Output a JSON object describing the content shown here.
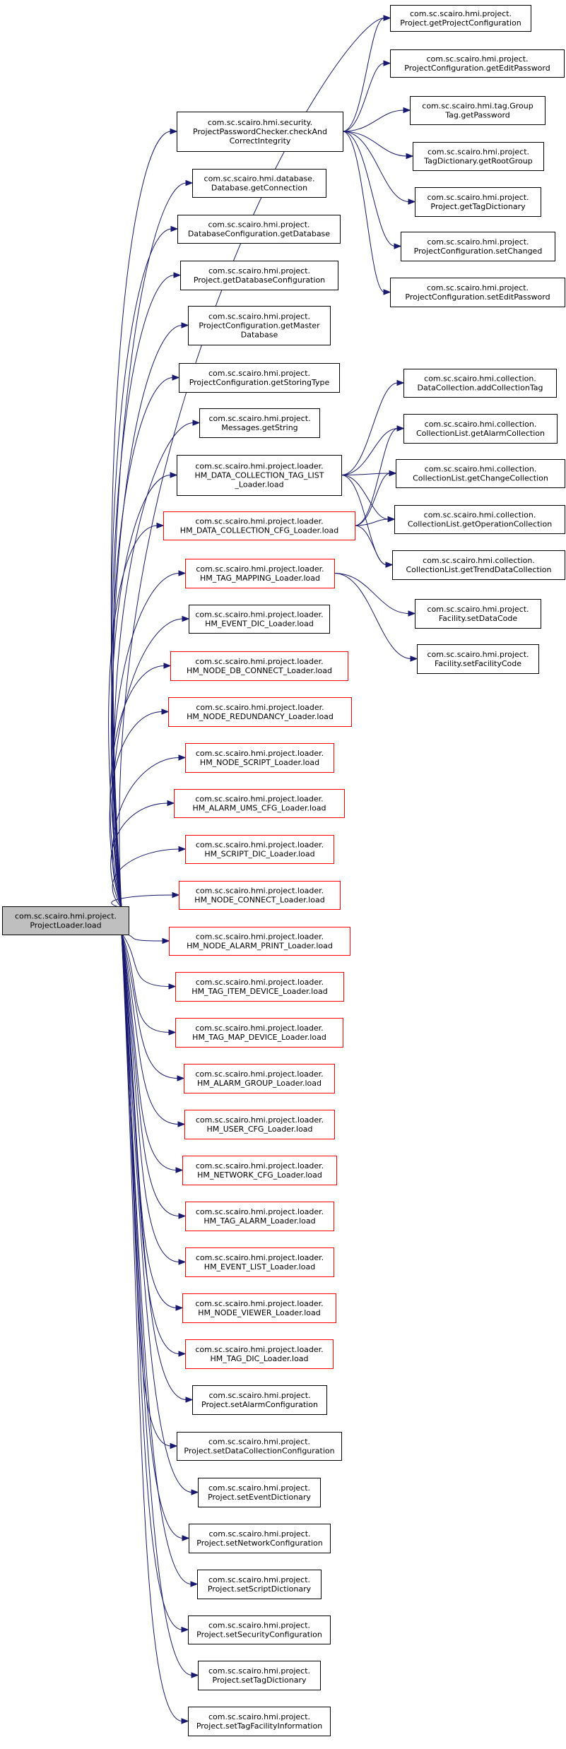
{
  "colors": {
    "edge": "#191970",
    "node_border_documented": "#000000",
    "node_border_undocumented": "#ff0000",
    "node_fill": "#ffffff",
    "root_fill": "#bfbfbf"
  },
  "nodes": [
    {
      "id": "root",
      "lines": [
        "com.sc.scairo.hmi.project.",
        "ProjectLoader.load"
      ],
      "style": "root"
    },
    {
      "id": "proj-getprojconf",
      "lines": [
        "com.sc.scairo.hmi.project.",
        "Project.getProjectConfiguration"
      ],
      "style": "normal"
    },
    {
      "id": "checker",
      "lines": [
        "com.sc.scairo.hmi.security.",
        "ProjectPasswordChecker.checkAnd",
        "CorrectIntegrity"
      ],
      "style": "normal"
    },
    {
      "id": "pc-geteditpwd",
      "lines": [
        "com.sc.scairo.hmi.project.",
        "ProjectConfiguration.getEditPassword"
      ],
      "style": "normal"
    },
    {
      "id": "group-getpwd",
      "lines": [
        "com.sc.scairo.hmi.tag.Group",
        "Tag.getPassword"
      ],
      "style": "normal"
    },
    {
      "id": "tagdict-getroot",
      "lines": [
        "com.sc.scairo.hmi.project.",
        "TagDictionary.getRootGroup"
      ],
      "style": "normal"
    },
    {
      "id": "proj-gettagdict",
      "lines": [
        "com.sc.scairo.hmi.project.",
        "Project.getTagDictionary"
      ],
      "style": "normal"
    },
    {
      "id": "pc-setchanged",
      "lines": [
        "com.sc.scairo.hmi.project.",
        "ProjectConfiguration.setChanged"
      ],
      "style": "normal"
    },
    {
      "id": "pc-seteditpwd",
      "lines": [
        "com.sc.scairo.hmi.project.",
        "ProjectConfiguration.setEditPassword"
      ],
      "style": "normal"
    },
    {
      "id": "db-getconn",
      "lines": [
        "com.sc.scairo.hmi.database.",
        "Database.getConnection"
      ],
      "style": "normal"
    },
    {
      "id": "dbconf-getdb",
      "lines": [
        "com.sc.scairo.hmi.project.",
        "DatabaseConfiguration.getDatabase"
      ],
      "style": "normal"
    },
    {
      "id": "proj-getdbconf",
      "lines": [
        "com.sc.scairo.hmi.project.",
        "Project.getDatabaseConfiguration"
      ],
      "style": "normal"
    },
    {
      "id": "pc-getmasterdb",
      "lines": [
        "com.sc.scairo.hmi.project.",
        "ProjectConfiguration.getMaster",
        "Database"
      ],
      "style": "normal"
    },
    {
      "id": "pc-getstoringtype",
      "lines": [
        "com.sc.scairo.hmi.project.",
        "ProjectConfiguration.getStoringType"
      ],
      "style": "normal"
    },
    {
      "id": "messages-getstring",
      "lines": [
        "com.sc.scairo.hmi.project.",
        "Messages.getString"
      ],
      "style": "normal"
    },
    {
      "id": "dc-addtag",
      "lines": [
        "com.sc.scairo.hmi.collection.",
        "DataCollection.addCollectionTag"
      ],
      "style": "normal"
    },
    {
      "id": "cl-getalarm",
      "lines": [
        "com.sc.scairo.hmi.collection.",
        "CollectionList.getAlarmCollection"
      ],
      "style": "normal"
    },
    {
      "id": "loader-dctaglist",
      "lines": [
        "com.sc.scairo.hmi.project.loader.",
        "HM_DATA_COLLECTION_TAG_LIST",
        "_Loader.load"
      ],
      "style": "normal"
    },
    {
      "id": "cl-getchange",
      "lines": [
        "com.sc.scairo.hmi.collection.",
        "CollectionList.getChangeCollection"
      ],
      "style": "normal"
    },
    {
      "id": "loader-dccfg",
      "lines": [
        "com.sc.scairo.hmi.project.loader.",
        "HM_DATA_COLLECTION_CFG_Loader.load"
      ],
      "style": "red"
    },
    {
      "id": "cl-getoperation",
      "lines": [
        "com.sc.scairo.hmi.collection.",
        "CollectionList.getOperationCollection"
      ],
      "style": "normal"
    },
    {
      "id": "cl-gettrend",
      "lines": [
        "com.sc.scairo.hmi.collection.",
        "CollectionList.getTrendDataCollection"
      ],
      "style": "normal"
    },
    {
      "id": "loader-tagmapping",
      "lines": [
        "com.sc.scairo.hmi.project.loader.",
        "HM_TAG_MAPPING_Loader.load"
      ],
      "style": "red"
    },
    {
      "id": "fac-setdatacode",
      "lines": [
        "com.sc.scairo.hmi.project.",
        "Facility.setDataCode"
      ],
      "style": "normal"
    },
    {
      "id": "fac-setfaccode",
      "lines": [
        "com.sc.scairo.hmi.project.",
        "Facility.setFacilityCode"
      ],
      "style": "normal"
    },
    {
      "id": "loader-eventdic",
      "lines": [
        "com.sc.scairo.hmi.project.loader.",
        "HM_EVENT_DIC_Loader.load"
      ],
      "style": "normal"
    },
    {
      "id": "loader-nodedb",
      "lines": [
        "com.sc.scairo.hmi.project.loader.",
        "HM_NODE_DB_CONNECT_Loader.load"
      ],
      "style": "red"
    },
    {
      "id": "loader-noderedund",
      "lines": [
        "com.sc.scairo.hmi.project.loader.",
        "HM_NODE_REDUNDANCY_Loader.load"
      ],
      "style": "red"
    },
    {
      "id": "loader-nodescript",
      "lines": [
        "com.sc.scairo.hmi.project.loader.",
        "HM_NODE_SCRIPT_Loader.load"
      ],
      "style": "red"
    },
    {
      "id": "loader-alarmums",
      "lines": [
        "com.sc.scairo.hmi.project.loader.",
        "HM_ALARM_UMS_CFG_Loader.load"
      ],
      "style": "red"
    },
    {
      "id": "loader-scriptdic",
      "lines": [
        "com.sc.scairo.hmi.project.loader.",
        "HM_SCRIPT_DIC_Loader.load"
      ],
      "style": "red"
    },
    {
      "id": "loader-nodeconnect",
      "lines": [
        "com.sc.scairo.hmi.project.loader.",
        "HM_NODE_CONNECT_Loader.load"
      ],
      "style": "red"
    },
    {
      "id": "loader-nodealarmprint",
      "lines": [
        "com.sc.scairo.hmi.project.loader.",
        "HM_NODE_ALARM_PRINT_Loader.load"
      ],
      "style": "red"
    },
    {
      "id": "loader-tagitemdevice",
      "lines": [
        "com.sc.scairo.hmi.project.loader.",
        "HM_TAG_ITEM_DEVICE_Loader.load"
      ],
      "style": "red"
    },
    {
      "id": "loader-tagmapdevice",
      "lines": [
        "com.sc.scairo.hmi.project.loader.",
        "HM_TAG_MAP_DEVICE_Loader.load"
      ],
      "style": "red"
    },
    {
      "id": "loader-alarmgroup",
      "lines": [
        "com.sc.scairo.hmi.project.loader.",
        "HM_ALARM_GROUP_Loader.load"
      ],
      "style": "red"
    },
    {
      "id": "loader-usercfg",
      "lines": [
        "com.sc.scairo.hmi.project.loader.",
        "HM_USER_CFG_Loader.load"
      ],
      "style": "red"
    },
    {
      "id": "loader-networkcfg",
      "lines": [
        "com.sc.scairo.hmi.project.loader.",
        "HM_NETWORK_CFG_Loader.load"
      ],
      "style": "red"
    },
    {
      "id": "loader-tagalarm",
      "lines": [
        "com.sc.scairo.hmi.project.loader.",
        "HM_TAG_ALARM_Loader.load"
      ],
      "style": "red"
    },
    {
      "id": "loader-eventlist",
      "lines": [
        "com.sc.scairo.hmi.project.loader.",
        "HM_EVENT_LIST_Loader.load"
      ],
      "style": "red"
    },
    {
      "id": "loader-nodeviewer",
      "lines": [
        "com.sc.scairo.hmi.project.loader.",
        "HM_NODE_VIEWER_Loader.load"
      ],
      "style": "red"
    },
    {
      "id": "loader-tagdic",
      "lines": [
        "com.sc.scairo.hmi.project.loader.",
        "HM_TAG_DIC_Loader.load"
      ],
      "style": "red"
    },
    {
      "id": "proj-setalarmconf",
      "lines": [
        "com.sc.scairo.hmi.project.",
        "Project.setAlarmConfiguration"
      ],
      "style": "normal"
    },
    {
      "id": "proj-setdcconf",
      "lines": [
        "com.sc.scairo.hmi.project.",
        "Project.setDataCollectionConfiguration"
      ],
      "style": "normal"
    },
    {
      "id": "proj-seteventdict",
      "lines": [
        "com.sc.scairo.hmi.project.",
        "Project.setEventDictionary"
      ],
      "style": "normal"
    },
    {
      "id": "proj-setnetconf",
      "lines": [
        "com.sc.scairo.hmi.project.",
        "Project.setNetworkConfiguration"
      ],
      "style": "normal"
    },
    {
      "id": "proj-setscriptdict",
      "lines": [
        "com.sc.scairo.hmi.project.",
        "Project.setScriptDictionary"
      ],
      "style": "normal"
    },
    {
      "id": "proj-setsecconf",
      "lines": [
        "com.sc.scairo.hmi.project.",
        "Project.setSecurityConfiguration"
      ],
      "style": "normal"
    },
    {
      "id": "proj-settagdict",
      "lines": [
        "com.sc.scairo.hmi.project.",
        "Project.setTagDictionary"
      ],
      "style": "normal"
    },
    {
      "id": "proj-settagfacinfo",
      "lines": [
        "com.sc.scairo.hmi.project.",
        "Project.setTagFacilityInformation"
      ],
      "style": "normal"
    }
  ],
  "edges": [
    [
      "root",
      "proj-getprojconf"
    ],
    [
      "root",
      "checker"
    ],
    [
      "root",
      "db-getconn"
    ],
    [
      "root",
      "dbconf-getdb"
    ],
    [
      "root",
      "proj-getdbconf"
    ],
    [
      "root",
      "pc-getmasterdb"
    ],
    [
      "root",
      "pc-getstoringtype"
    ],
    [
      "root",
      "messages-getstring"
    ],
    [
      "root",
      "loader-dctaglist"
    ],
    [
      "root",
      "loader-dccfg"
    ],
    [
      "root",
      "loader-tagmapping"
    ],
    [
      "root",
      "loader-eventdic"
    ],
    [
      "root",
      "loader-nodedb"
    ],
    [
      "root",
      "loader-noderedund"
    ],
    [
      "root",
      "loader-nodescript"
    ],
    [
      "root",
      "loader-alarmums"
    ],
    [
      "root",
      "loader-scriptdic"
    ],
    [
      "root",
      "loader-nodeconnect"
    ],
    [
      "root",
      "loader-nodealarmprint"
    ],
    [
      "root",
      "loader-tagitemdevice"
    ],
    [
      "root",
      "loader-tagmapdevice"
    ],
    [
      "root",
      "loader-alarmgroup"
    ],
    [
      "root",
      "loader-usercfg"
    ],
    [
      "root",
      "loader-networkcfg"
    ],
    [
      "root",
      "loader-tagalarm"
    ],
    [
      "root",
      "loader-eventlist"
    ],
    [
      "root",
      "loader-nodeviewer"
    ],
    [
      "root",
      "loader-tagdic"
    ],
    [
      "root",
      "proj-setalarmconf"
    ],
    [
      "root",
      "proj-setdcconf"
    ],
    [
      "root",
      "proj-seteventdict"
    ],
    [
      "root",
      "proj-setnetconf"
    ],
    [
      "root",
      "proj-setscriptdict"
    ],
    [
      "root",
      "proj-setsecconf"
    ],
    [
      "root",
      "proj-settagdict"
    ],
    [
      "root",
      "proj-settagfacinfo"
    ],
    [
      "checker",
      "proj-getprojconf"
    ],
    [
      "checker",
      "pc-geteditpwd"
    ],
    [
      "checker",
      "group-getpwd"
    ],
    [
      "checker",
      "tagdict-getroot"
    ],
    [
      "checker",
      "proj-gettagdict"
    ],
    [
      "checker",
      "pc-setchanged"
    ],
    [
      "checker",
      "pc-seteditpwd"
    ],
    [
      "loader-dctaglist",
      "dc-addtag"
    ],
    [
      "loader-dctaglist",
      "cl-getalarm"
    ],
    [
      "loader-dctaglist",
      "cl-getchange"
    ],
    [
      "loader-dctaglist",
      "cl-getoperation"
    ],
    [
      "loader-dctaglist",
      "cl-gettrend"
    ],
    [
      "loader-dccfg",
      "cl-getalarm"
    ],
    [
      "loader-dccfg",
      "cl-getchange"
    ],
    [
      "loader-dccfg",
      "cl-getoperation"
    ],
    [
      "loader-dccfg",
      "cl-gettrend"
    ],
    [
      "loader-tagmapping",
      "fac-setdatacode"
    ],
    [
      "loader-tagmapping",
      "fac-setfaccode"
    ]
  ]
}
